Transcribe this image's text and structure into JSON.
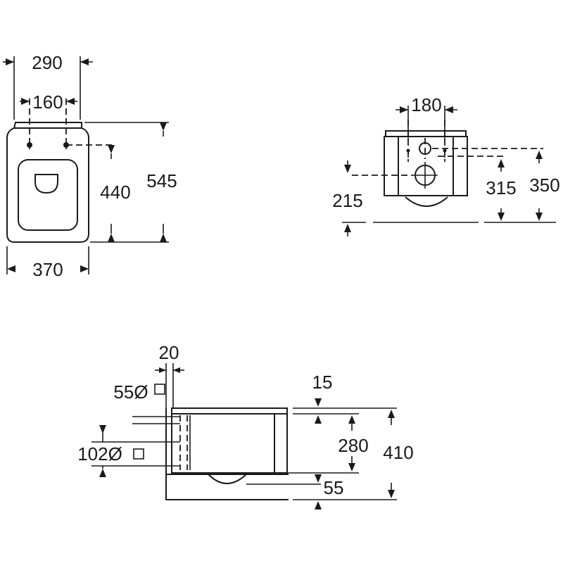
{
  "top_view": {
    "width_outer_top": "290",
    "bolt_spacing": "160",
    "outer_width": "370",
    "bolt_to_front": "440",
    "overall_length": "545"
  },
  "rear_view": {
    "bolt_spacing": "180",
    "waste_height": "215",
    "inlet_height": "315",
    "bolt_height": "350"
  },
  "side_view": {
    "wall_gap": "20",
    "inlet_diameter": "55Ø",
    "outlet_diameter": "102Ø",
    "seat_thickness": "15",
    "bowl_height": "280",
    "overall_height": "410",
    "base_offset": "55"
  }
}
